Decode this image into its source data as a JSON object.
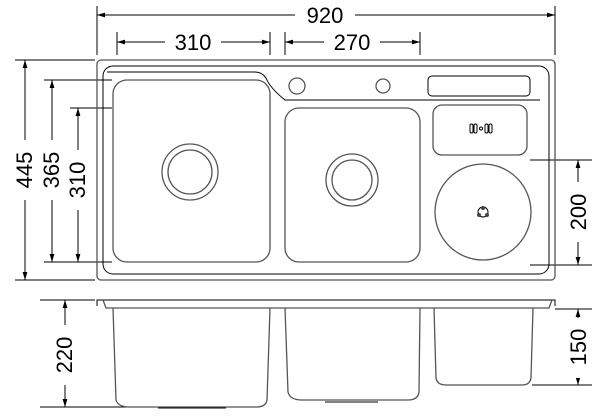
{
  "title": "Triple bowl sink dimension drawing",
  "dimensions": {
    "overall_width": "920",
    "left_bowl_width": "310",
    "middle_bowl_width": "270",
    "overall_depth": "445",
    "left_bowl_depth": "365",
    "middle_bowl_depth": "310",
    "round_basin_diameter": "200",
    "left_bowl_height": "220",
    "right_basin_height": "150"
  }
}
